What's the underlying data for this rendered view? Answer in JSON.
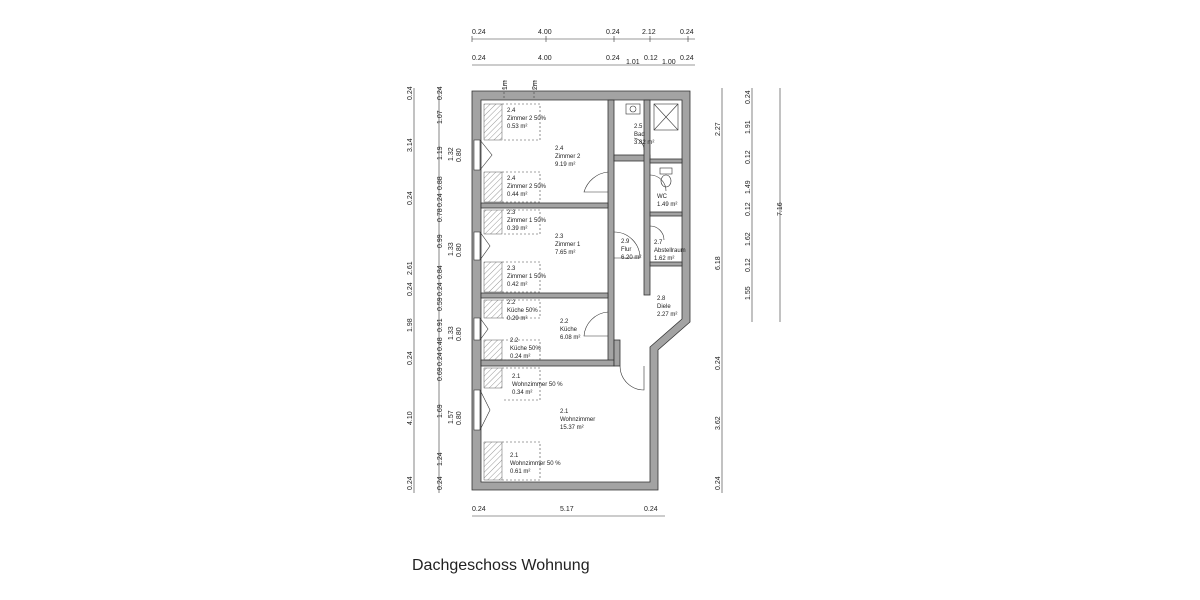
{
  "caption": "Dachgeschoss Wohnung",
  "dims": {
    "top1": [
      "0.24",
      "4.00",
      "0.24",
      "2.12",
      "0.24"
    ],
    "top2": [
      "0.24",
      "4.00",
      "0.24",
      "1.01",
      "0.12",
      "1.00",
      "0.24"
    ],
    "top_small": [
      "1m",
      "2m"
    ],
    "bottom": [
      "0.24",
      "5.17",
      "0.24"
    ],
    "left1": [
      "0.24",
      "3.14",
      "0.24",
      "2.61",
      "0.24",
      "1.98",
      "0.24",
      "4.10",
      "0.24"
    ],
    "left2": [
      "0.24",
      "1.07",
      "1.19",
      "0.88",
      "0.24",
      "0.78",
      "0.99",
      "0.84",
      "0.24",
      "0.59",
      "0.91",
      "0.48",
      "0.24",
      "0.69",
      "1.69",
      "1.24",
      "0.24"
    ],
    "left3": [
      "1.32",
      "0.80",
      "1.33",
      "0.80",
      "1.33",
      "0.80",
      "1.57",
      "0.80"
    ],
    "right1": [
      "2.27",
      "6.18",
      "0.24",
      "3.62",
      "0.24"
    ],
    "right2": [
      "0.24",
      "1.91",
      "0.12",
      "1.49",
      "0.12",
      "1.62",
      "0.12",
      "1.55"
    ],
    "right3": [
      "7.16"
    ]
  },
  "rooms": [
    {
      "id": "2.4",
      "name": "Zimmer 2 50%",
      "area": "0.53 m²"
    },
    {
      "id": "2.4",
      "name": "Zimmer 2",
      "area": "9.19 m²"
    },
    {
      "id": "2.4",
      "name": "Zimmer 2 50%",
      "area": "0.44 m²"
    },
    {
      "id": "2.3",
      "name": "Zimmer 1 50%",
      "area": "0.39 m²"
    },
    {
      "id": "2.3",
      "name": "Zimmer 1",
      "area": "7.65 m²"
    },
    {
      "id": "2.3",
      "name": "Zimmer 1 50%",
      "area": "0.42 m²"
    },
    {
      "id": "2.2",
      "name": "Küche 50%",
      "area": "0.29 m²"
    },
    {
      "id": "2.2",
      "name": "Küche",
      "area": "6.08 m²"
    },
    {
      "id": "2.2",
      "name": "Küche 50%",
      "area": "0.24 m²"
    },
    {
      "id": "2.1",
      "name": "Wohnzimmer 50 %",
      "area": "0.34 m²"
    },
    {
      "id": "2.1",
      "name": "Wohnzimmer",
      "area": "15.37 m²"
    },
    {
      "id": "2.1",
      "name": "Wohnzimmer 50 %",
      "area": "0.61 m²"
    },
    {
      "id": "2.5",
      "name": "Bad",
      "area": "3.82 m²"
    },
    {
      "id": "WC",
      "name": "",
      "area": "1.49 m²"
    },
    {
      "id": "2.7",
      "name": "Abstellraum",
      "area": "1.62 m²"
    },
    {
      "id": "2.9",
      "name": "Flur",
      "area": "6.20 m²"
    },
    {
      "id": "2.8",
      "name": "Diele",
      "area": "2.27 m²"
    }
  ]
}
